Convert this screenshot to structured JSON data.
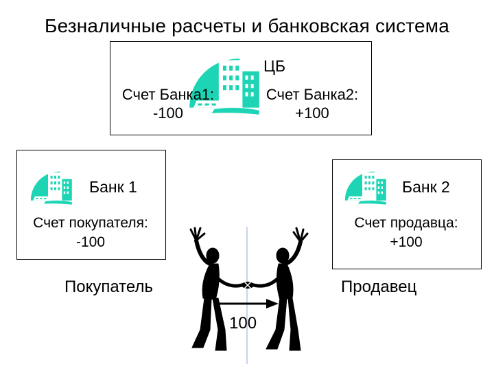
{
  "title": "Безналичные расчеты и банковская система",
  "central_bank": {
    "label": "ЦБ",
    "account1_label": "Счет Банка1:",
    "account1_value": "-100",
    "account2_label": "Счет Банка2:",
    "account2_value": "+100"
  },
  "bank1": {
    "label": "Банк 1",
    "account_label": "Счет покупателя:",
    "account_value": "-100"
  },
  "bank2": {
    "label": "Банк 2",
    "account_label": "Счет продавца:",
    "account_value": "+100"
  },
  "buyer_label": "Покупатель",
  "seller_label": "Продавец",
  "transfer_amount": "100",
  "colors": {
    "building_accent": "#1dd5b5",
    "divider": "#c8d4ec"
  }
}
